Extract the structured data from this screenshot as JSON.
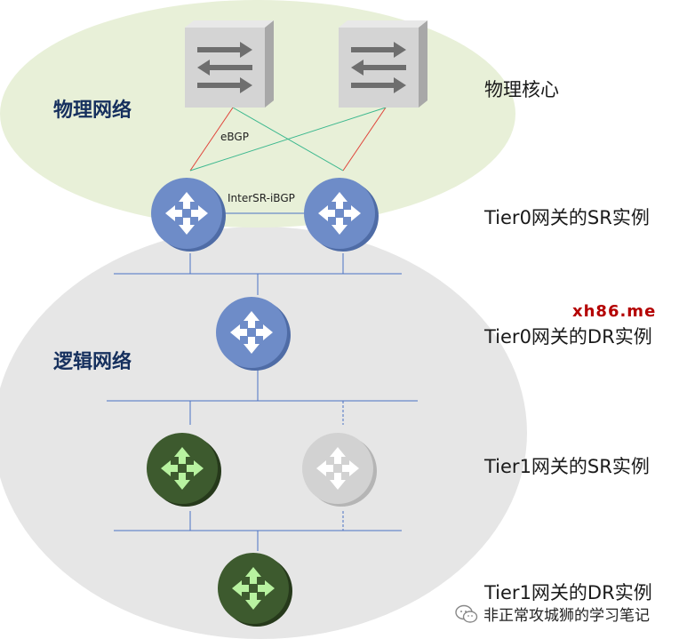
{
  "regions": {
    "physical": {
      "title": "物理网络",
      "color": "#e8f0d8"
    },
    "logical": {
      "title": "逻辑网络",
      "color": "#e6e6e6"
    }
  },
  "layer_labels": {
    "core": "物理核心",
    "tier0_sr": "Tier0网关的SR实例",
    "tier0_dr": "Tier0网关的DR实例",
    "tier1_sr": "Tier1网关的SR实例",
    "tier1_dr": "Tier1网关的DR实例"
  },
  "links": {
    "ebgp": "eBGP",
    "intersr": "InterSR-iBGP"
  },
  "watermark": "xh86.me",
  "credit": "非正常攻城狮的学习笔记",
  "colors": {
    "tier0_router": "#6e8cc8",
    "tier1_router": "#3d5a2e",
    "standby_router": "#cfcfcf",
    "ebgp_line": "#e0443a",
    "cross_line": "#3cb88e",
    "network_line": "#4a72c4",
    "switch": "#d4d4d4"
  },
  "icons": {
    "core_switch": "switch-icon",
    "router": "router-icon"
  }
}
